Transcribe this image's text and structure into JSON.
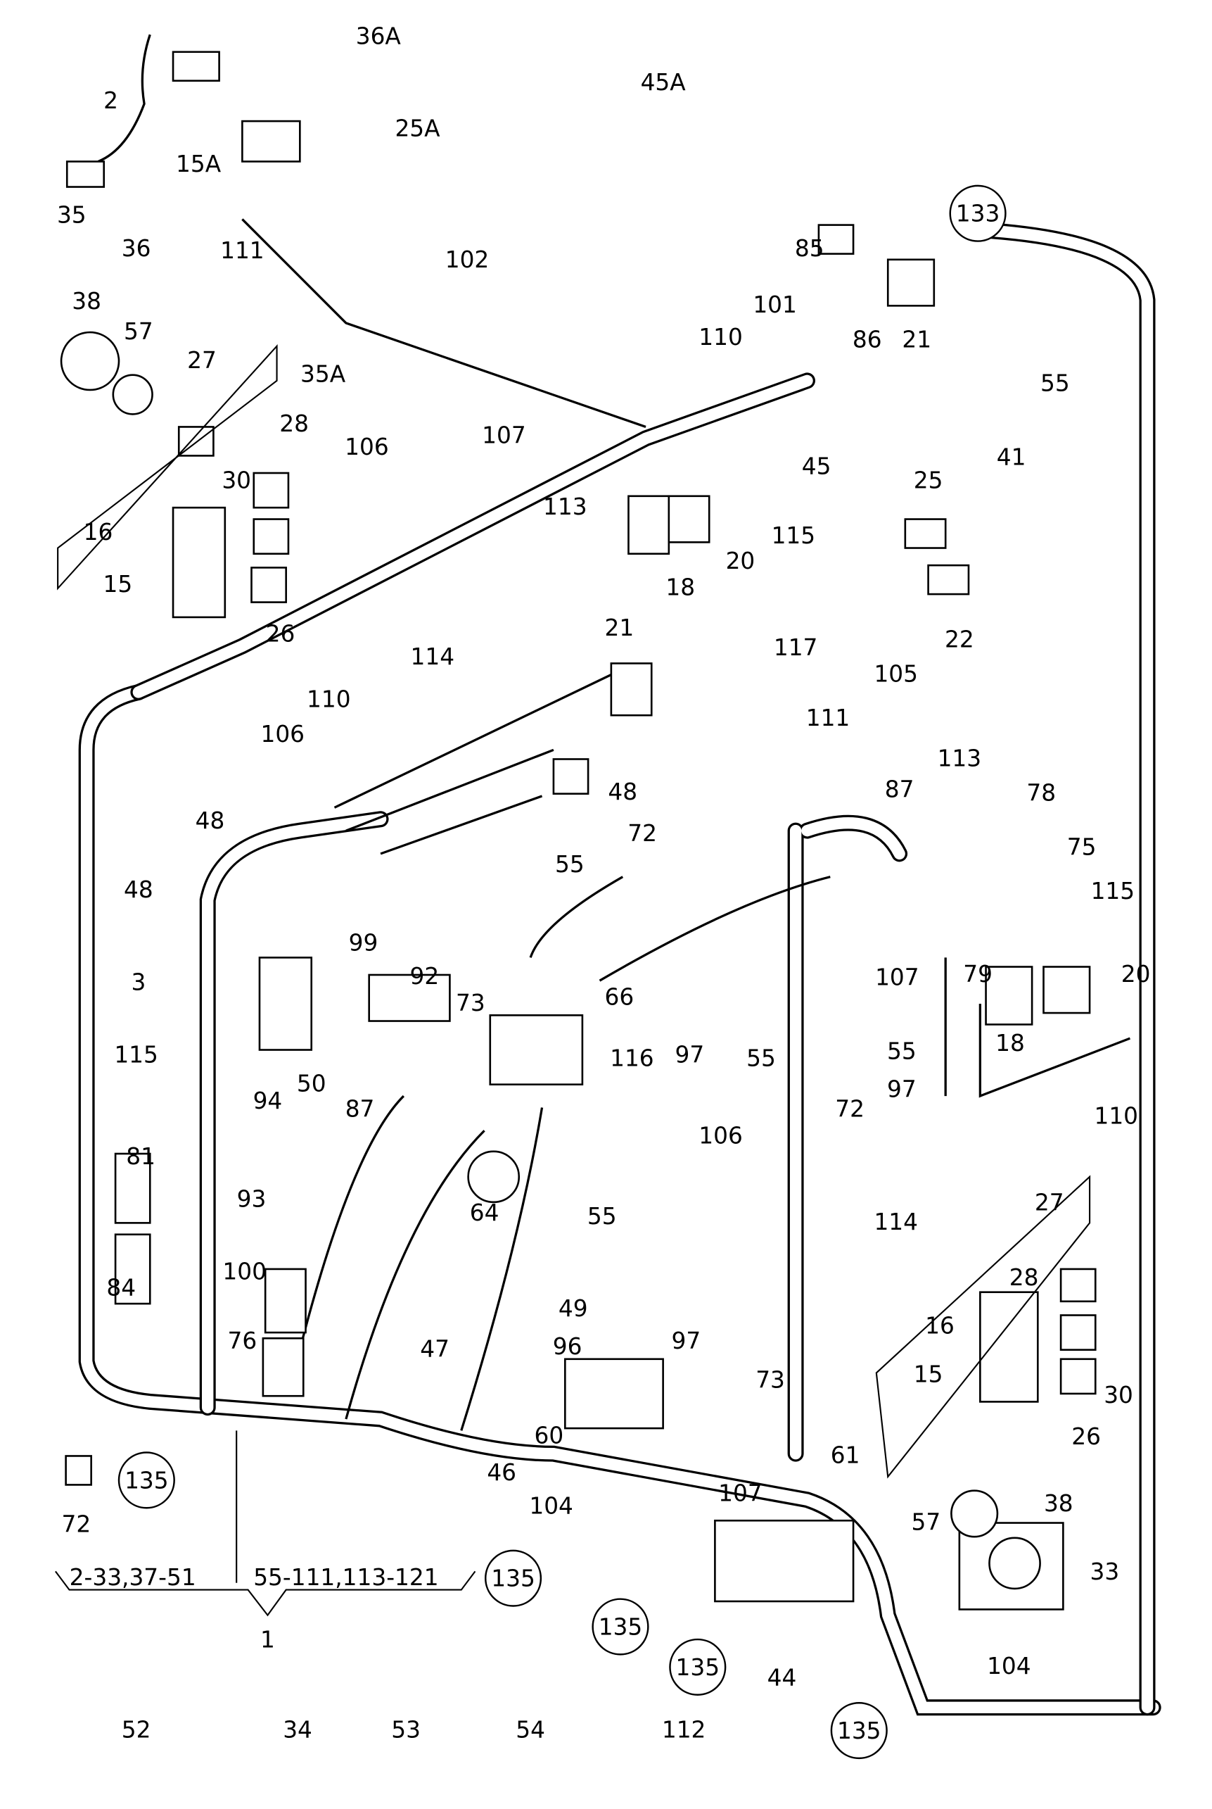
{
  "diagram": {
    "title": "Wiring harness parts diagram",
    "callouts": [
      "36A",
      "2",
      "25A",
      "45A",
      "15A",
      "35",
      "85",
      "102",
      "36",
      "111",
      "101",
      "86",
      "21",
      "38",
      "57",
      "110",
      "35A",
      "27",
      "55",
      "107",
      "28",
      "106",
      "45",
      "41",
      "30",
      "113",
      "25",
      "115",
      "16",
      "20",
      "15",
      "18",
      "22",
      "26",
      "114",
      "117",
      "105",
      "110",
      "21",
      "106",
      "111",
      "113",
      "48",
      "48",
      "87",
      "78",
      "72",
      "55",
      "75",
      "48",
      "115",
      "99",
      "92",
      "73",
      "107",
      "79",
      "20",
      "66",
      "3",
      "18",
      "55",
      "97",
      "55",
      "116",
      "50",
      "115",
      "94",
      "87",
      "97",
      "72",
      "110",
      "81",
      "106",
      "93",
      "64",
      "55",
      "114",
      "27",
      "84",
      "100",
      "28",
      "76",
      "49",
      "47",
      "16",
      "97",
      "96",
      "15",
      "73",
      "30",
      "26",
      "61",
      "60",
      "46",
      "104",
      "57",
      "38",
      "72",
      "107",
      "33",
      "44",
      "104",
      "52",
      "34",
      "53",
      "54",
      "112"
    ],
    "circled": [
      "133",
      "135",
      "135",
      "135",
      "135",
      "135"
    ],
    "group_left": "2-33,37-51",
    "group_right": "55-111,113-121",
    "group_number": "1"
  }
}
